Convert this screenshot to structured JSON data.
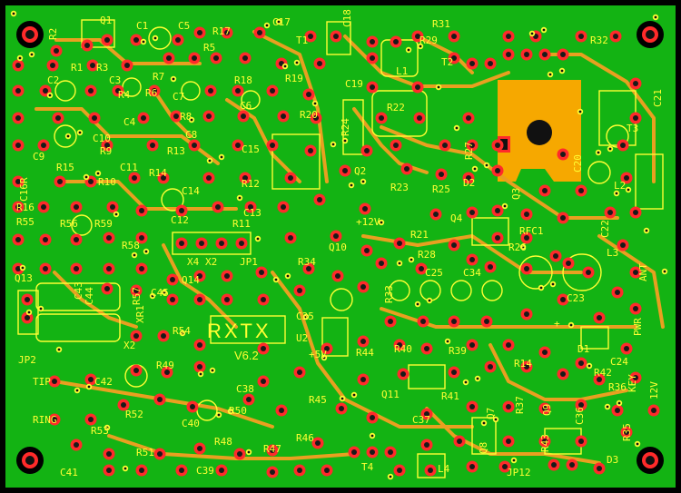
{
  "board": {
    "title": "RXTX",
    "version": "V6.2",
    "colors": {
      "soldermask": "#13b313",
      "copper": "#e8a020",
      "silk": "#ffff33",
      "pad_ring": "#ff2a2a",
      "drill": "#1a1a1a",
      "border": "#000000",
      "heatsink": "#f6a800"
    }
  },
  "labels": [
    {
      "text": "R2"
    },
    {
      "text": "Q1"
    },
    {
      "text": "C1"
    },
    {
      "text": "C5"
    },
    {
      "text": "R17"
    },
    {
      "text": "C17"
    },
    {
      "text": "T1"
    },
    {
      "text": "C18"
    },
    {
      "text": "R31"
    },
    {
      "text": "R29"
    },
    {
      "text": "T2"
    },
    {
      "text": "R32"
    },
    {
      "text": "R1"
    },
    {
      "text": "R3"
    },
    {
      "text": "C2"
    },
    {
      "text": "C3"
    },
    {
      "text": "R7"
    },
    {
      "text": "R5"
    },
    {
      "text": "R18"
    },
    {
      "text": "R19"
    },
    {
      "text": "L1"
    },
    {
      "text": "C19"
    },
    {
      "text": "C21"
    },
    {
      "text": "R4"
    },
    {
      "text": "R6"
    },
    {
      "text": "C7"
    },
    {
      "text": "C6"
    },
    {
      "text": "R20"
    },
    {
      "text": "R22"
    },
    {
      "text": "C4"
    },
    {
      "text": "R8"
    },
    {
      "text": "R24"
    },
    {
      "text": "T3"
    },
    {
      "text": "C10"
    },
    {
      "text": "C8"
    },
    {
      "text": "C15"
    },
    {
      "text": "R9"
    },
    {
      "text": "R13"
    },
    {
      "text": "Q2"
    },
    {
      "text": "R27"
    },
    {
      "text": "C20"
    },
    {
      "text": "R15"
    },
    {
      "text": "C9"
    },
    {
      "text": "C11"
    },
    {
      "text": "R14"
    },
    {
      "text": "R23"
    },
    {
      "text": "D2"
    },
    {
      "text": "L2"
    },
    {
      "text": "C16R"
    },
    {
      "text": "R10"
    },
    {
      "text": "R25"
    },
    {
      "text": "Q3"
    },
    {
      "text": "R16"
    },
    {
      "text": "C14"
    },
    {
      "text": "R12"
    },
    {
      "text": "Q4"
    },
    {
      "text": "RFC1"
    },
    {
      "text": "C22"
    },
    {
      "text": "R55"
    },
    {
      "text": "R56"
    },
    {
      "text": "R59"
    },
    {
      "text": "C12"
    },
    {
      "text": "R11"
    },
    {
      "text": "C13"
    },
    {
      "text": "+12V"
    },
    {
      "text": "R21"
    },
    {
      "text": "L3"
    },
    {
      "text": "R58"
    },
    {
      "text": "X4"
    },
    {
      "text": "X2"
    },
    {
      "text": "JP1"
    },
    {
      "text": "R26"
    },
    {
      "text": "Q10"
    },
    {
      "text": "R28"
    },
    {
      "text": "ANT"
    },
    {
      "text": "Q13"
    },
    {
      "text": "R34"
    },
    {
      "text": "C25"
    },
    {
      "text": "C34"
    },
    {
      "text": "C43"
    },
    {
      "text": "C44"
    },
    {
      "text": "R57"
    },
    {
      "text": "C45"
    },
    {
      "text": "Q14"
    },
    {
      "text": "R33"
    },
    {
      "text": "C23"
    },
    {
      "text": "XR1"
    },
    {
      "text": "C35"
    },
    {
      "text": "JP2"
    },
    {
      "text": "X2"
    },
    {
      "text": "R54"
    },
    {
      "text": "+5V"
    },
    {
      "text": "R44"
    },
    {
      "text": "R40"
    },
    {
      "text": "R39"
    },
    {
      "text": "D1"
    },
    {
      "text": "PWR"
    },
    {
      "text": "R49"
    },
    {
      "text": "U2"
    },
    {
      "text": "R14"
    },
    {
      "text": "C24"
    },
    {
      "text": "TIP"
    },
    {
      "text": "C42"
    },
    {
      "text": "C38"
    },
    {
      "text": "Q11"
    },
    {
      "text": "R41"
    },
    {
      "text": "R42"
    },
    {
      "text": "R36"
    },
    {
      "text": "KEY"
    },
    {
      "text": "RING"
    },
    {
      "text": "R52"
    },
    {
      "text": "R50"
    },
    {
      "text": "R45"
    },
    {
      "text": "C36"
    },
    {
      "text": "Q9"
    },
    {
      "text": "R37"
    },
    {
      "text": "C40"
    },
    {
      "text": "C37"
    },
    {
      "text": "R53"
    },
    {
      "text": "R48"
    },
    {
      "text": "R46"
    },
    {
      "text": "Q8"
    },
    {
      "text": "Q7"
    },
    {
      "text": "R43"
    },
    {
      "text": "R35"
    },
    {
      "text": "D3"
    },
    {
      "text": "R51"
    },
    {
      "text": "R47"
    },
    {
      "text": "T4"
    },
    {
      "text": "C41"
    },
    {
      "text": "C39"
    },
    {
      "text": "L4"
    },
    {
      "text": "JP12"
    },
    {
      "text": "12V"
    },
    {
      "text": "+"
    }
  ]
}
